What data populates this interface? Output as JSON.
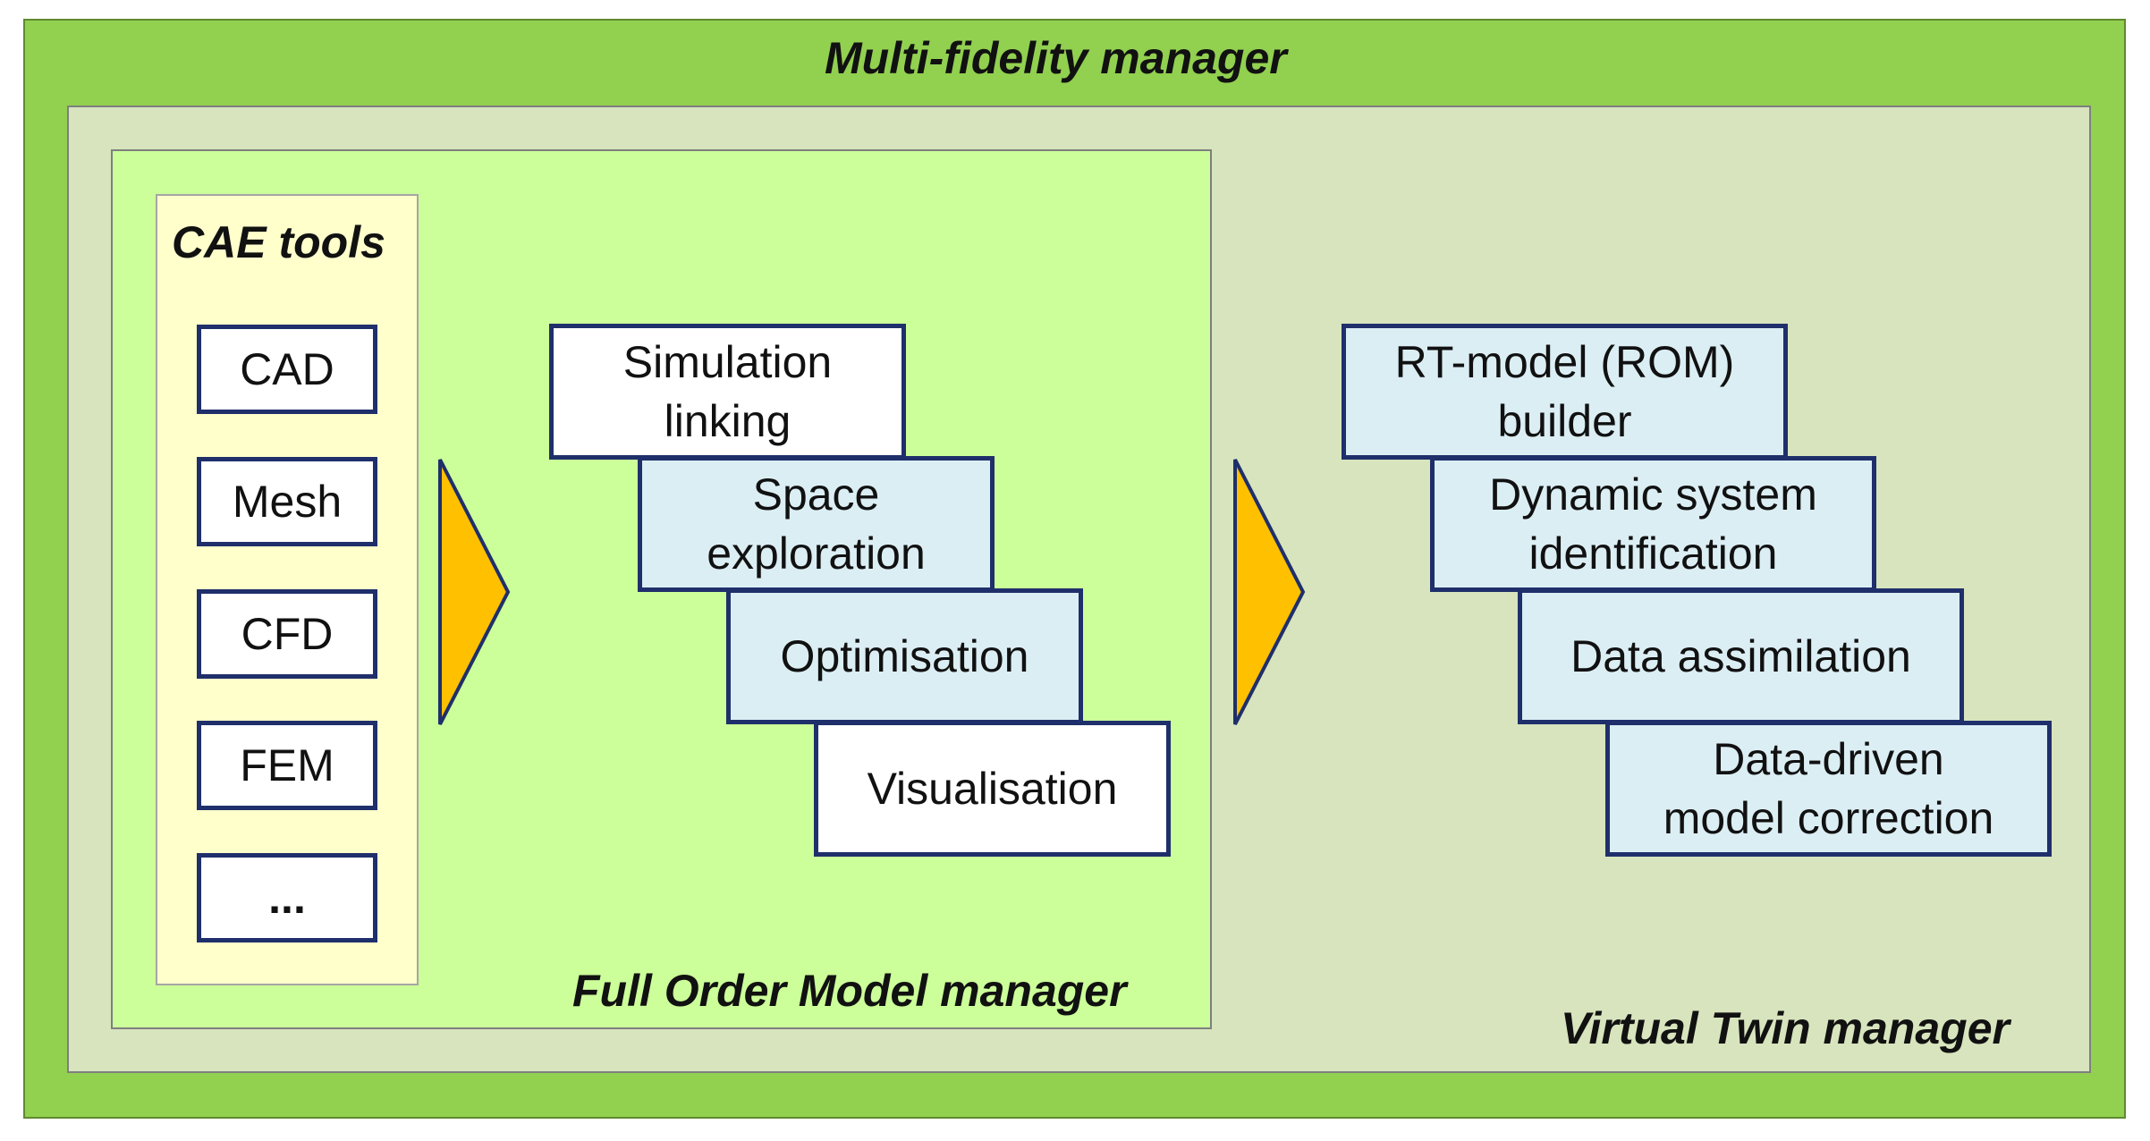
{
  "diagram": {
    "outer_title": "Multi-fidelity manager",
    "virtual_twin_title": "Virtual Twin manager",
    "full_order_title": "Full Order Model manager",
    "cae_title": "CAE tools",
    "cae_tools": [
      "CAD",
      "Mesh",
      "CFD",
      "FEM",
      "..."
    ],
    "fom_steps": [
      {
        "line1": "Simulation",
        "line2": "linking"
      },
      {
        "line1": "Space",
        "line2": "exploration"
      },
      {
        "line1": "Optimisation",
        "line2": ""
      },
      {
        "line1": "Visualisation",
        "line2": ""
      }
    ],
    "vt_steps": [
      {
        "line1": "RT-model (ROM)",
        "line2": "builder"
      },
      {
        "line1": "Dynamic system",
        "line2": "identification"
      },
      {
        "line1": "Data assimilation",
        "line2": ""
      },
      {
        "line1": "Data-driven",
        "line2": "model correction"
      }
    ],
    "colors": {
      "outer_fill": "#92d050",
      "virtual_twin_fill": "#d7e4bd",
      "full_order_fill": "#ccff99",
      "cae_fill": "#ffffcc",
      "step_blue": "#dbeef4",
      "border_navy": "#1f2f6b",
      "arrow_fill": "#ffc000"
    },
    "icons": [
      "triangle-arrow-icon",
      "triangle-arrow-icon"
    ]
  }
}
